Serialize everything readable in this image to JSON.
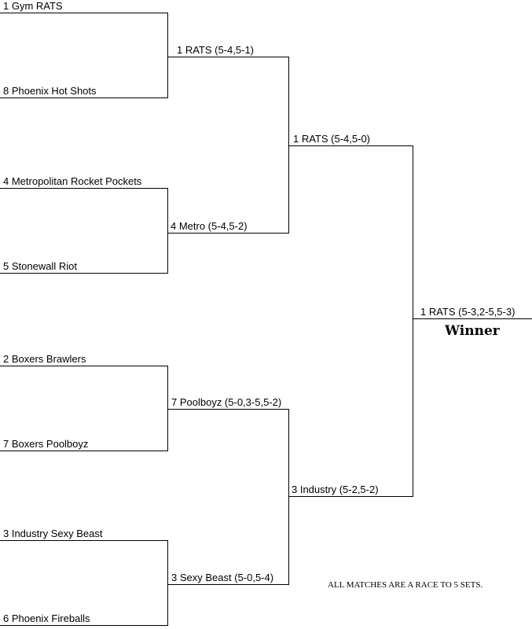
{
  "round1": [
    "1 Gym RATS",
    "8 Phoenix Hot Shots",
    "4 Metropolitan Rocket Pockets",
    "5 Stonewall Riot",
    "2 Boxers Brawlers",
    "7 Boxers Poolboyz",
    "3 Industry Sexy Beast",
    "6 Phoenix Fireballs"
  ],
  "round2": [
    "1 RATS (5-4,5-1)",
    "4 Metro (5-4,5-2)",
    "7 Poolboyz (5-0,3-5,5-2)",
    "3 Sexy Beast (5-0,5-4)"
  ],
  "semifinals": [
    "1 RATS (5-4,5-0)",
    "3 Industry (5-2,5-2)"
  ],
  "final": "1 RATS (5-3,2-5,5-3)",
  "winner_label": "Winner",
  "note": "ALL MATCHES ARE A RACE TO 5 SETS."
}
